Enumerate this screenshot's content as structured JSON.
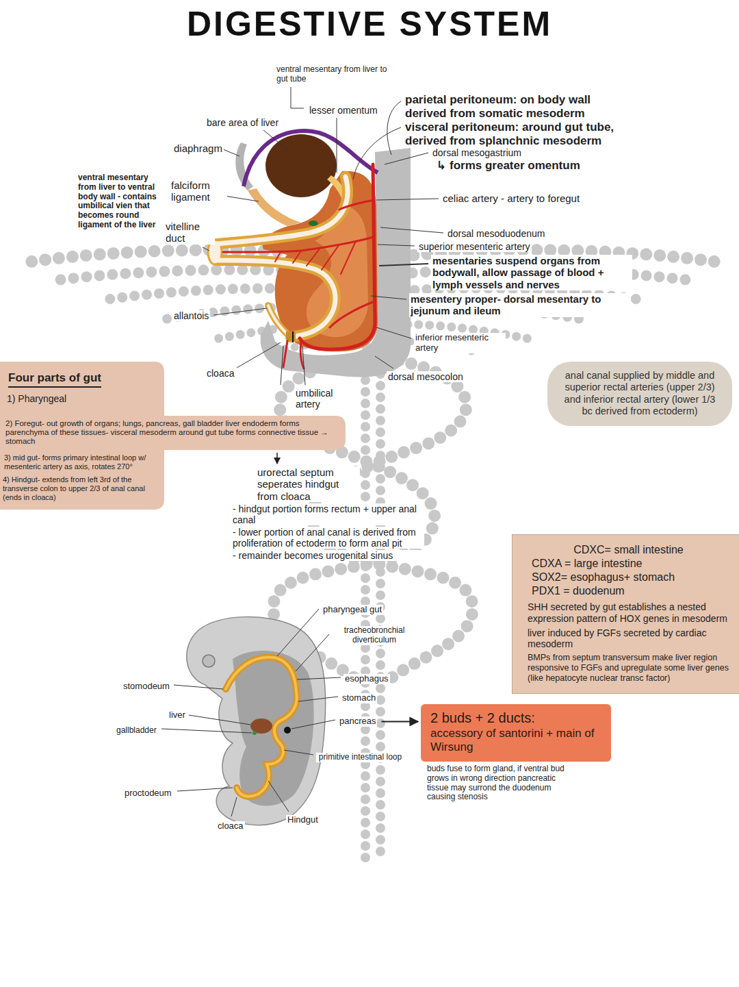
{
  "diagram": {
    "title": "DIGESTIVE SYSTEM",
    "nodes": [
      {
        "text": [
          "Four parts of gut",
          "1) Pharyngeal",
          "2) Foregut- out growth of organs; lungs, pancreas, gall bladder liver endoderm forms parenchyma of these tissues- visceral mesoderm around gut tube forms connective tissue → stomach",
          "3) mid gut- forms primary intestinal loop w/ mesenteric artery as axis, rotates 270°",
          "4) Hindgut- extends from left 3rd of the transverse colon to upper 2/3 of anal canal (ends in cloaca)"
        ]
      },
      {
        "text": [
          "anal canal supplied by middle and superior rectal arteries (upper 2/3) and inferior rectal artery (lower 1/3 bc derived from ectoderm)"
        ]
      },
      {
        "text": [
          "CDXC= small intestine",
          "CDXA = large intestine",
          "SOX2= esophagus+ stomach",
          "PDX1 = duodenum",
          "SHH secreted by gut establishes a nested expression pattern of HOX genes in mesoderm",
          "liver induced by FGFs secreted by cardiac mesoderm",
          "BMPs from septum transversum make liver region responsive to FGFs and upregulate some liver genes (like hepatocyte nuclear transc factor)"
        ]
      },
      {
        "text": [
          "2 buds + 2 ducts:",
          "accessory of santorini + main of Wirsung"
        ]
      }
    ],
    "labels": [
      "ventral mesentary from liver to gut tube",
      "lesser omentum",
      "bare area of liver",
      "parietal peritoneum: on body wall derived from somatic mesoderm",
      "visceral peritoneum: around gut tube, derived from splanchnic mesoderm",
      "diaphragm",
      "dorsal mesogastrium",
      "↳ forms greater omentum",
      "ventral mesentary from liver to ventral body wall - contains umbilical vien that becomes round ligament of the liver",
      "falciform ligament",
      "celiac artery - artery to foregut",
      "vitelline duct",
      "dorsal mesoduodenum",
      "superior mesenteric artery",
      "mesentaries suspend organs from bodywall, allow passage of blood + lymph vessels and nerves",
      "mesentery proper- dorsal mesentary to jejunum and ileum",
      "allantois",
      "inferior mesenteric artery",
      "cloaca",
      "dorsal mesocolon",
      "umbilical artery",
      "urorectal septum seperates hindgut from cloaca",
      "- hindgut portion forms rectum + upper anal canal",
      "- lower portion of anal canal is derived from proliferation of ectoderm to form anal pit",
      "- remainder becomes urogenital sinus",
      "pharyngeal gut",
      "tracheobronchial diverticulum",
      "stomodeum",
      "esophagus",
      "stomach",
      "liver",
      "pancreas",
      "gallbladder",
      "primitive intestinal loop",
      "proctodeum",
      "Hindgut",
      "cloaca",
      "buds fuse to form gland, if ventral bud grows in wrong direction pancreatic tissue may surrond the duodenum causing stenosis"
    ]
  }
}
